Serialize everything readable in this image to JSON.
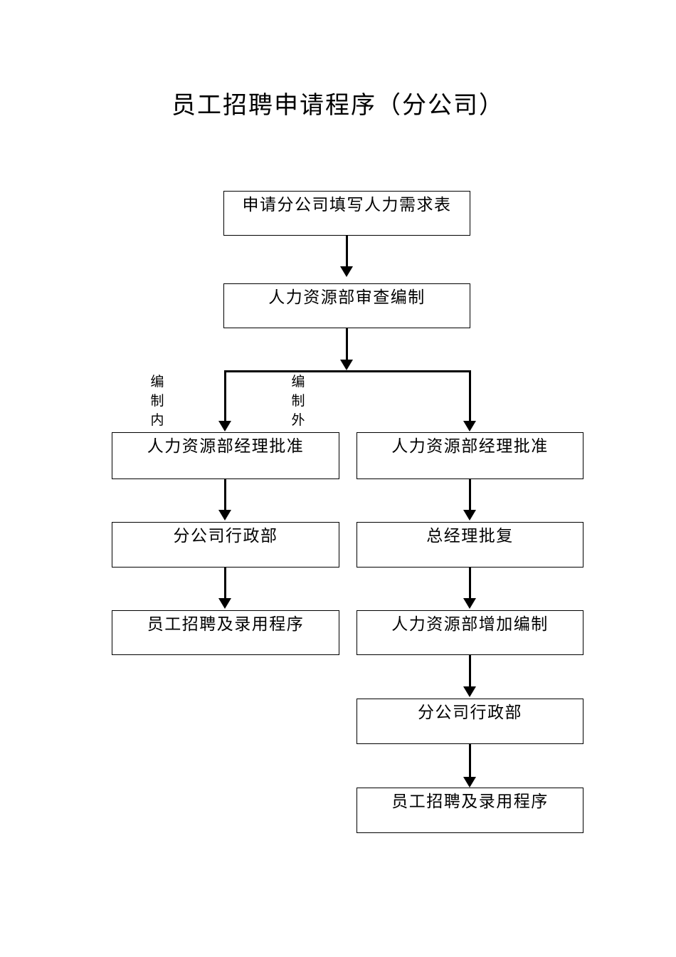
{
  "document": {
    "title": "员工招聘申请程序（分公司）"
  },
  "flowchart": {
    "type": "flowchart",
    "orientation": "top-down",
    "nodes": [
      {
        "id": "n1",
        "label": "申请分公司填写人力需求表",
        "column": "center"
      },
      {
        "id": "n2",
        "label": "人力资源部审查编制",
        "column": "center"
      },
      {
        "id": "n3",
        "label": "人力资源部经理批准",
        "column": "left"
      },
      {
        "id": "n4",
        "label": "人力资源部经理批准",
        "column": "right"
      },
      {
        "id": "n5",
        "label": "分公司行政部",
        "column": "left"
      },
      {
        "id": "n6",
        "label": "总经理批复",
        "column": "right"
      },
      {
        "id": "n7",
        "label": "员工招聘及录用程序",
        "column": "left"
      },
      {
        "id": "n8",
        "label": "人力资源部增加编制",
        "column": "right"
      },
      {
        "id": "n9",
        "label": "分公司行政部",
        "column": "right"
      },
      {
        "id": "n10",
        "label": "员工招聘及录用程序",
        "column": "right"
      }
    ],
    "branch_labels": [
      {
        "id": "b-left",
        "text": "编制内",
        "chars": [
          "编",
          "制",
          "内"
        ],
        "branch": "left"
      },
      {
        "id": "b-right",
        "text": "编制外",
        "chars": [
          "编",
          "制",
          "外"
        ],
        "branch": "right"
      }
    ],
    "edges": [
      {
        "from": "n1",
        "to": "n2"
      },
      {
        "from": "n2",
        "to": "n3",
        "label": "编制内"
      },
      {
        "from": "n2",
        "to": "n4",
        "label": "编制外"
      },
      {
        "from": "n3",
        "to": "n5"
      },
      {
        "from": "n4",
        "to": "n6"
      },
      {
        "from": "n5",
        "to": "n7"
      },
      {
        "from": "n6",
        "to": "n8"
      },
      {
        "from": "n8",
        "to": "n9"
      },
      {
        "from": "n9",
        "to": "n10"
      }
    ],
    "colors": {
      "line": "#000000",
      "box_border": "#000000",
      "box_fill": "#ffffff",
      "text": "#000000",
      "page_background": "#ffffff"
    }
  }
}
